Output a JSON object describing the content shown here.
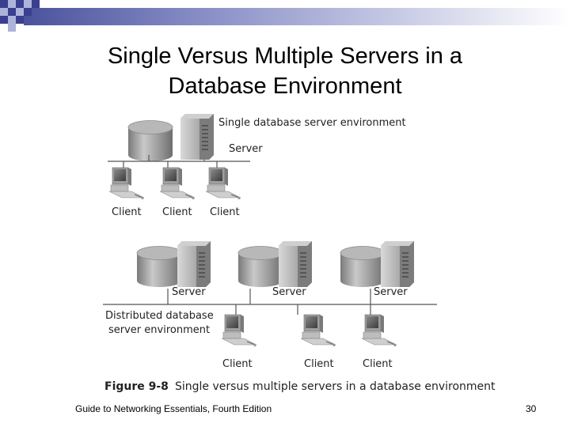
{
  "slide": {
    "title_line1": "Single Versus Multiple Servers in a",
    "title_line2": "Database Environment"
  },
  "figure": {
    "single_env_label": "Single database server environment",
    "server_label": "Server",
    "client_label": "Client",
    "distributed_label_line1": "Distributed database",
    "distributed_label_line2": "server environment",
    "caption_number": "Figure 9-8",
    "caption_text": "Single versus multiple servers in a database environment"
  },
  "footer": {
    "source": "Guide to Networking Essentials, Fourth Edition",
    "page_number": "30"
  },
  "colors": {
    "accent_checker": "#3a3f8f",
    "accent_band": "#6b74b5"
  }
}
